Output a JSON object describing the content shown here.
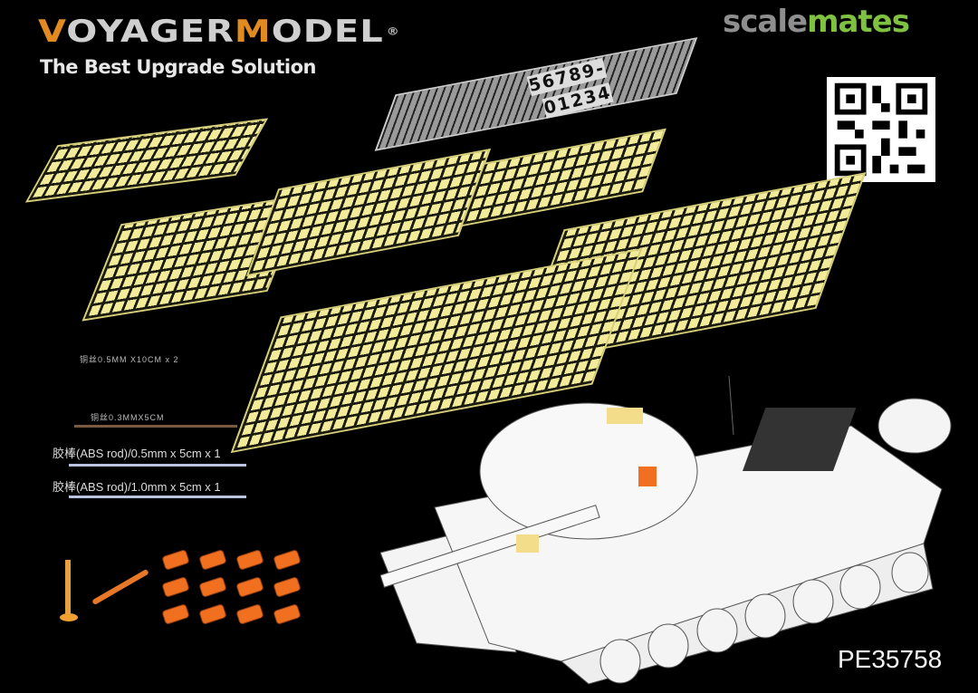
{
  "brand": {
    "logo_letters": [
      "V",
      "OYAGER",
      "M",
      "ODEL"
    ],
    "registered_mark": "®",
    "tagline": "The Best Upgrade Solution",
    "accent_color": "#e08a20"
  },
  "watermark": {
    "part1": "scale",
    "part2": "mates",
    "color1": "#8e8e8e",
    "color2": "#7fc241"
  },
  "qr_code": {
    "label": "qr-code"
  },
  "steel_fret": {
    "numbers_row1": "56789-",
    "numbers_row2": "01234"
  },
  "accessories": {
    "wire1": "铜丝0.5MM X10CM x 2",
    "wire2": "铜丝0.3MMX5CM",
    "rod1": "胶棒(ABS rod)/0.5mm x 5cm x 1",
    "rod2": "胶棒(ABS rod)/1.0mm x 5cm x 1"
  },
  "product_code": "PE35758"
}
